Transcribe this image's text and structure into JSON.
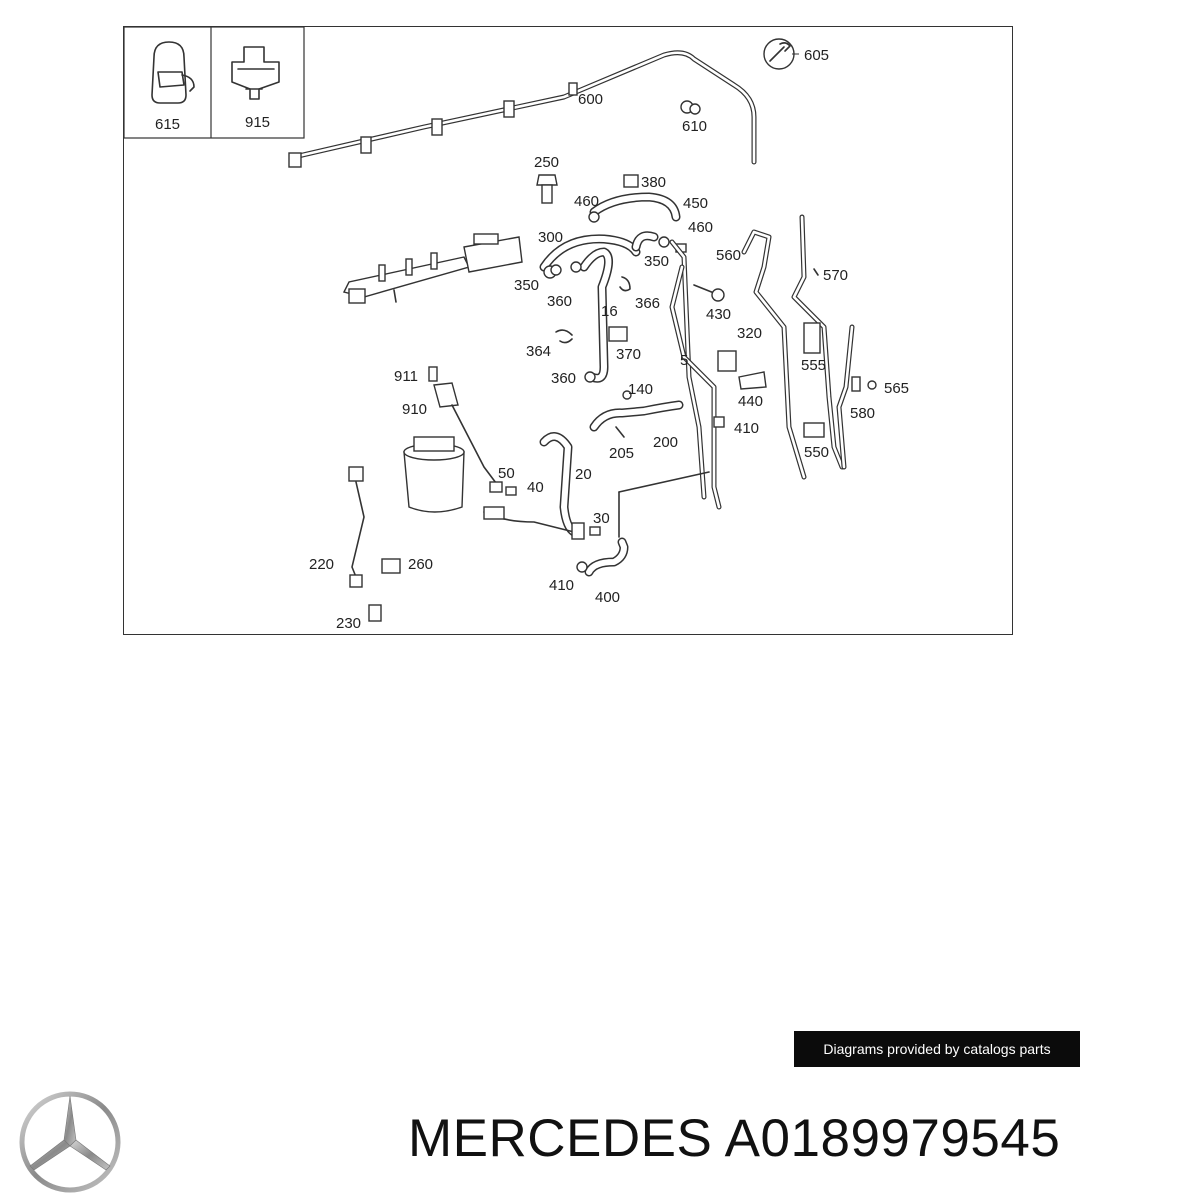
{
  "diagram": {
    "inset_labels": [
      "615",
      "915"
    ],
    "callouts": [
      {
        "id": "605",
        "text": "605"
      },
      {
        "id": "600",
        "text": "600"
      },
      {
        "id": "610",
        "text": "610"
      },
      {
        "id": "250",
        "text": "250"
      },
      {
        "id": "380",
        "text": "380"
      },
      {
        "id": "460a",
        "text": "460"
      },
      {
        "id": "450",
        "text": "450"
      },
      {
        "id": "460b",
        "text": "460"
      },
      {
        "id": "300",
        "text": "300"
      },
      {
        "id": "560",
        "text": "560"
      },
      {
        "id": "570",
        "text": "570"
      },
      {
        "id": "350a",
        "text": "350"
      },
      {
        "id": "350b",
        "text": "350"
      },
      {
        "id": "360a",
        "text": "360"
      },
      {
        "id": "366",
        "text": "366"
      },
      {
        "id": "16",
        "text": "16"
      },
      {
        "id": "430",
        "text": "430"
      },
      {
        "id": "320",
        "text": "320"
      },
      {
        "id": "364",
        "text": "364"
      },
      {
        "id": "370",
        "text": "370"
      },
      {
        "id": "5",
        "text": "5"
      },
      {
        "id": "555",
        "text": "555"
      },
      {
        "id": "911",
        "text": "911"
      },
      {
        "id": "360b",
        "text": "360"
      },
      {
        "id": "140",
        "text": "140"
      },
      {
        "id": "565",
        "text": "565"
      },
      {
        "id": "910",
        "text": "910"
      },
      {
        "id": "440",
        "text": "440"
      },
      {
        "id": "580",
        "text": "580"
      },
      {
        "id": "410a",
        "text": "410"
      },
      {
        "id": "200",
        "text": "200"
      },
      {
        "id": "205",
        "text": "205"
      },
      {
        "id": "550",
        "text": "550"
      },
      {
        "id": "20",
        "text": "20"
      },
      {
        "id": "50",
        "text": "50"
      },
      {
        "id": "40",
        "text": "40"
      },
      {
        "id": "30",
        "text": "30"
      },
      {
        "id": "220",
        "text": "220"
      },
      {
        "id": "260",
        "text": "260"
      },
      {
        "id": "410b",
        "text": "410"
      },
      {
        "id": "400",
        "text": "400"
      },
      {
        "id": "230",
        "text": "230"
      }
    ]
  },
  "credit_badge": "Diagrams provided by catalogs parts",
  "brand": {
    "logo_icon": "mercedes-star-icon"
  },
  "caption": "MERCEDES A0189979545"
}
